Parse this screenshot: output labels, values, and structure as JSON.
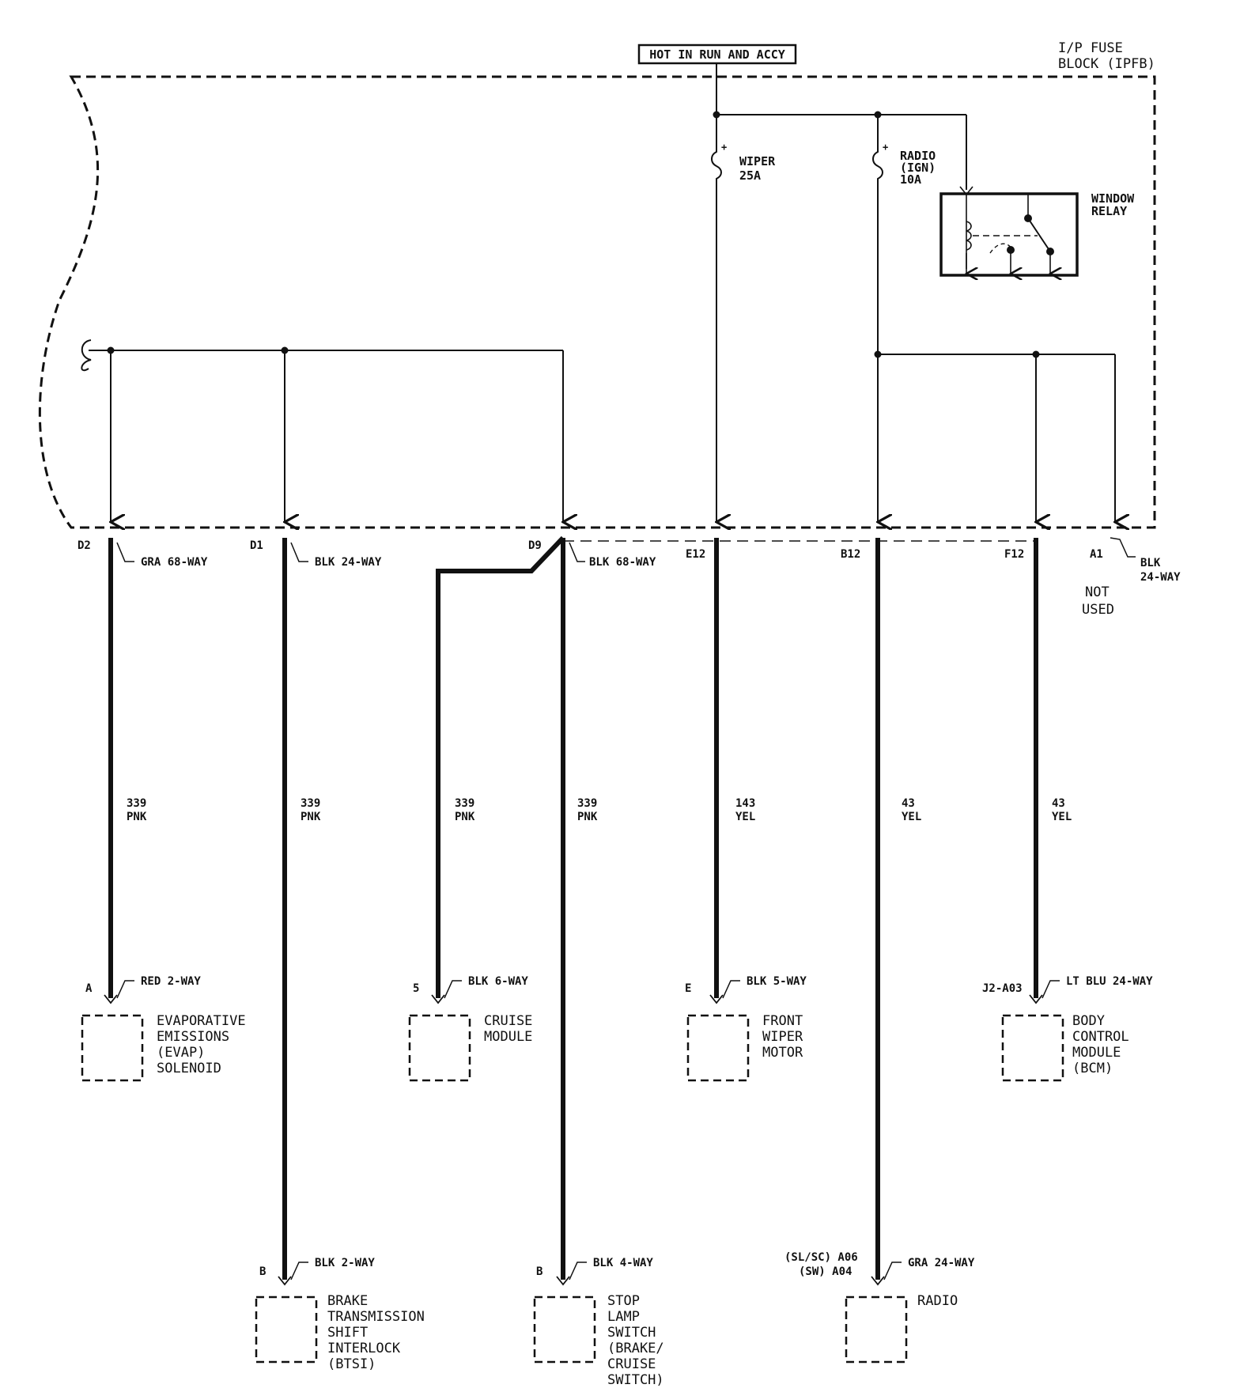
{
  "header": {
    "power_label": "HOT IN RUN AND ACCY",
    "block_name_line1": "I/P FUSE",
    "block_name_line2": "BLOCK (IPFB)"
  },
  "fuses": {
    "wiper": {
      "name": "WIPER",
      "rating": "25A"
    },
    "radio": {
      "name": "RADIO",
      "sub": "(IGN)",
      "rating": "10A"
    }
  },
  "relay": {
    "line1": "WINDOW",
    "line2": "RELAY"
  },
  "pins": {
    "d2": {
      "pin": "D2",
      "conn": "GRA 68-WAY"
    },
    "d1": {
      "pin": "D1",
      "conn": "BLK 24-WAY"
    },
    "d9": {
      "pin": "D9",
      "conn": "BLK 68-WAY"
    },
    "e12": {
      "pin": "E12"
    },
    "b12": {
      "pin": "B12"
    },
    "f12": {
      "pin": "F12"
    },
    "a1": {
      "pin": "A1",
      "conn_line1": "BLK",
      "conn_line2": "24-WAY",
      "note_line1": "NOT",
      "note_line2": "USED"
    }
  },
  "wires": {
    "w1": {
      "circuit": "339",
      "color": "PNK"
    },
    "w2": {
      "circuit": "339",
      "color": "PNK"
    },
    "w3": {
      "circuit": "339",
      "color": "PNK"
    },
    "w4": {
      "circuit": "339",
      "color": "PNK"
    },
    "w5": {
      "circuit": "143",
      "color": "YEL"
    },
    "w6": {
      "circuit": "43",
      "color": "YEL"
    },
    "w7": {
      "circuit": "43",
      "color": "YEL"
    }
  },
  "components": {
    "evap": {
      "pin": "A",
      "conn": "RED 2-WAY",
      "lines": [
        "EVAPORATIVE",
        "EMISSIONS",
        "(EVAP)",
        "SOLENOID"
      ]
    },
    "cruise": {
      "pin": "5",
      "conn": "BLK 6-WAY",
      "lines": [
        "CRUISE",
        "MODULE"
      ]
    },
    "wiper_motor": {
      "pin": "E",
      "conn": "BLK 5-WAY",
      "lines": [
        "FRONT",
        "WIPER",
        "MOTOR"
      ]
    },
    "bcm": {
      "pin": "J2-A03",
      "conn": "LT BLU 24-WAY",
      "lines": [
        "BODY",
        "CONTROL",
        "MODULE",
        "(BCM)"
      ]
    },
    "btsi": {
      "pin": "B",
      "conn": "BLK 2-WAY",
      "lines": [
        "BRAKE",
        "TRANSMISSION",
        "SHIFT",
        "INTERLOCK",
        "(BTSI)"
      ]
    },
    "stop_lamp": {
      "pin": "B",
      "conn": "BLK 4-WAY",
      "lines": [
        "STOP",
        "LAMP",
        "SWITCH",
        "(BRAKE/",
        "CRUISE",
        "SWITCH)"
      ]
    },
    "radio": {
      "pin_line1": "(SL/SC) A06",
      "pin_line2": "(SW) A04",
      "conn": "GRA 24-WAY",
      "lines": [
        "RADIO"
      ]
    }
  },
  "colors": {
    "ink": "#111111",
    "background": "#ffffff"
  }
}
